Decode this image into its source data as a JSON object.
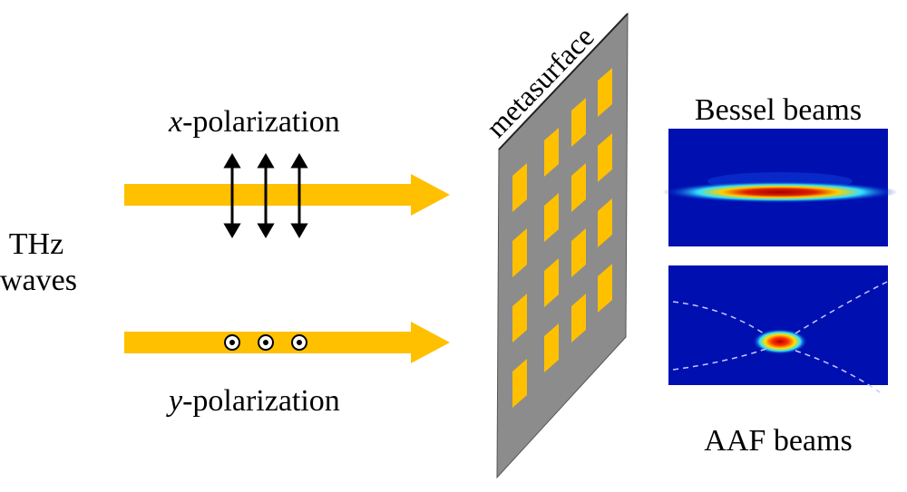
{
  "source_label": {
    "line1": "THz",
    "line2": "waves"
  },
  "x_label": {
    "var": "x",
    "rest": "-polarization"
  },
  "y_label": {
    "var": "y",
    "rest": "-polarization"
  },
  "metasurface_label": "metasurface",
  "bessel_label": "Bessel beams",
  "aaf_label": "AAF beams",
  "colors": {
    "arrow": "#FFC000",
    "plate": "#8C8C8C",
    "patch": "#FFC000",
    "field_bg": "#0010B0"
  }
}
